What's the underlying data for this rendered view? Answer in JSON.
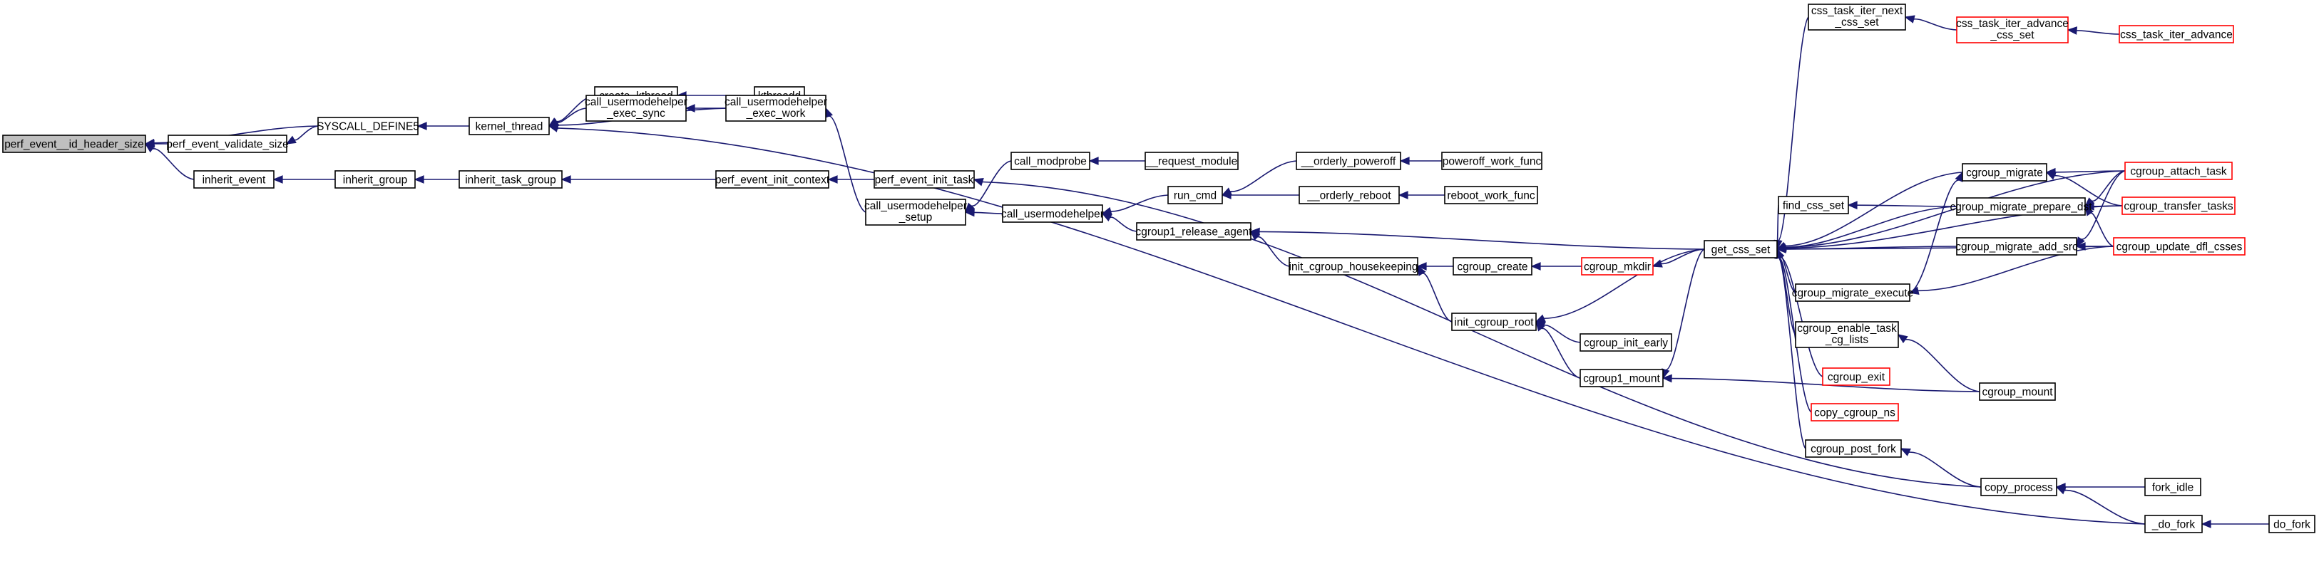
{
  "graph": {
    "colors": {
      "edge": "#191970",
      "node_border": "#000000",
      "truncated_border": "#ff0000",
      "selected_fill": "#bfbfbf"
    },
    "nodes": {
      "perf_event_id_header_size": {
        "label": [
          "perf_event__id_header_size"
        ],
        "style": "selected"
      },
      "perf_event_validate_size": {
        "label": [
          "perf_event_validate_size"
        ]
      },
      "inherit_event": {
        "label": [
          "inherit_event"
        ]
      },
      "SYSCALL_DEFINE5": {
        "label": [
          "SYSCALL_DEFINE5"
        ]
      },
      "inherit_group": {
        "label": [
          "inherit_group"
        ]
      },
      "kernel_thread": {
        "label": [
          "kernel_thread"
        ]
      },
      "inherit_task_group": {
        "label": [
          "inherit_task_group"
        ]
      },
      "create_kthread": {
        "label": [
          "create_kthread"
        ]
      },
      "call_usermodehelper_exec_sync": {
        "label": [
          "call_usermodehelper",
          "_exec_sync"
        ]
      },
      "perf_event_init_context": {
        "label": [
          "perf_event_init_context"
        ]
      },
      "kthreadd": {
        "label": [
          "kthreadd"
        ]
      },
      "call_usermodehelper_exec_work": {
        "label": [
          "call_usermodehelper",
          "_exec_work"
        ]
      },
      "perf_event_init_task": {
        "label": [
          "perf_event_init_task"
        ]
      },
      "call_usermodehelper_setup": {
        "label": [
          "call_usermodehelper",
          "_setup"
        ]
      },
      "call_modprobe": {
        "label": [
          "call_modprobe"
        ]
      },
      "call_usermodehelper": {
        "label": [
          "call_usermodehelper"
        ]
      },
      "request_module": {
        "label": [
          "__request_module"
        ]
      },
      "run_cmd": {
        "label": [
          "run_cmd"
        ]
      },
      "cgroup1_release_agent": {
        "label": [
          "cgroup1_release_agent"
        ]
      },
      "init_cgroup_housekeeping": {
        "label": [
          "init_cgroup_housekeeping"
        ]
      },
      "orderly_poweroff": {
        "label": [
          "__orderly_poweroff"
        ]
      },
      "orderly_reboot": {
        "label": [
          "__orderly_reboot"
        ]
      },
      "cgroup_create": {
        "label": [
          "cgroup_create"
        ]
      },
      "init_cgroup_root": {
        "label": [
          "init_cgroup_root"
        ]
      },
      "poweroff_work_func": {
        "label": [
          "poweroff_work_func"
        ]
      },
      "reboot_work_func": {
        "label": [
          "reboot_work_func"
        ]
      },
      "cgroup_mkdir": {
        "label": [
          "cgroup_mkdir"
        ],
        "style": "red"
      },
      "cgroup_init_early": {
        "label": [
          "cgroup_init_early"
        ]
      },
      "cgroup1_mount": {
        "label": [
          "cgroup1_mount"
        ]
      },
      "get_css_set": {
        "label": [
          "get_css_set"
        ]
      },
      "css_task_iter_next_css_set": {
        "label": [
          "css_task_iter_next",
          "_css_set"
        ]
      },
      "cgroup_migrate": {
        "label": [
          "cgroup_migrate"
        ]
      },
      "find_css_set": {
        "label": [
          "find_css_set"
        ]
      },
      "cgroup_migrate_prepare_dst": {
        "label": [
          "cgroup_migrate_prepare_dst"
        ]
      },
      "cgroup_migrate_add_src": {
        "label": [
          "cgroup_migrate_add_src"
        ]
      },
      "cgroup_migrate_execute": {
        "label": [
          "cgroup_migrate_execute"
        ]
      },
      "cgroup_enable_task_cg_lists": {
        "label": [
          "cgroup_enable_task",
          "_cg_lists"
        ]
      },
      "cgroup_exit": {
        "label": [
          "cgroup_exit"
        ],
        "style": "red"
      },
      "copy_cgroup_ns": {
        "label": [
          "copy_cgroup_ns"
        ],
        "style": "red"
      },
      "cgroup_post_fork": {
        "label": [
          "cgroup_post_fork"
        ]
      },
      "css_task_iter_advance_css_set": {
        "label": [
          "css_task_iter_advance",
          "_css_set"
        ],
        "style": "red"
      },
      "cgroup_mount": {
        "label": [
          "cgroup_mount"
        ]
      },
      "copy_process": {
        "label": [
          "copy_process"
        ]
      },
      "css_task_iter_advance": {
        "label": [
          "css_task_iter_advance"
        ],
        "style": "red"
      },
      "cgroup_attach_task": {
        "label": [
          "cgroup_attach_task"
        ],
        "style": "red"
      },
      "cgroup_transfer_tasks": {
        "label": [
          "cgroup_transfer_tasks"
        ],
        "style": "red"
      },
      "cgroup_update_dfl_csses": {
        "label": [
          "cgroup_update_dfl_csses"
        ],
        "style": "red"
      },
      "fork_idle": {
        "label": [
          "fork_idle"
        ]
      },
      "do_fork": {
        "label": [
          "_do_fork"
        ]
      },
      "do_fork_caller": {
        "label": [
          "do_fork"
        ]
      }
    }
  }
}
